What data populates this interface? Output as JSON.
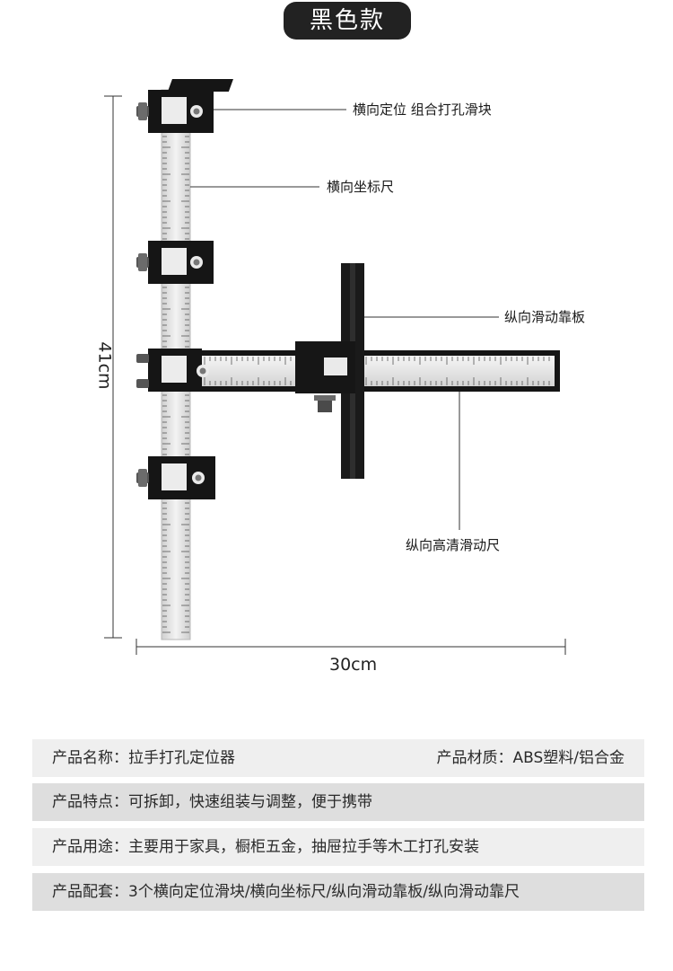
{
  "header": {
    "title": "黑色款"
  },
  "callouts": {
    "slider_block": "横向定位 组合打孔滑块",
    "horizontal_ruler": "横向坐标尺",
    "vertical_fence": "纵向滑动靠板",
    "vertical_ruler": "纵向高清滑动尺"
  },
  "dimensions": {
    "height": "41cm",
    "width": "30cm"
  },
  "specs": {
    "name_label": "产品名称：",
    "name_value": "拉手打孔定位器",
    "material_label": "产品材质：",
    "material_value": "ABS塑料/铝合金",
    "features_label": "产品特点：",
    "features_value": "可拆卸，快速组装与调整，便于携带",
    "usage_label": "产品用途：",
    "usage_value": "主要用于家具，橱柜五金，抽屉拉手等木工打孔安装",
    "accessories_label": "产品配套：",
    "accessories_value": "3个横向定位滑块/横向坐标尺/纵向滑动靠板/纵向滑动靠尺"
  },
  "colors": {
    "pill_bg": "#222222",
    "slider_black": "#151515",
    "ruler_silver": "#e6e6e6",
    "row_light": "#efefef",
    "row_dark": "#dedede"
  }
}
